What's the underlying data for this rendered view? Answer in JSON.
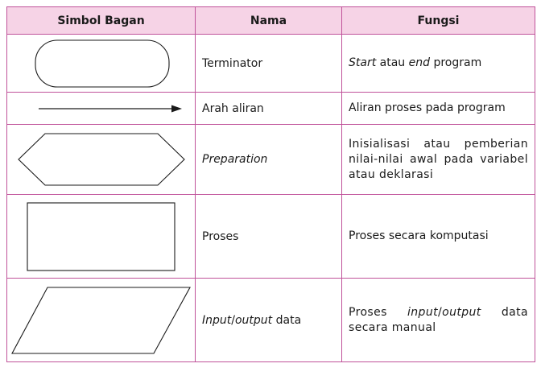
{
  "table": {
    "headers": {
      "symbol": "Simbol Bagan",
      "name": "Nama",
      "function": "Fungsi"
    },
    "rows": [
      {
        "symbol_icon": "terminator-icon",
        "name": "Terminator",
        "function_parts": {
          "a": "Start",
          "b": " atau ",
          "c": "end",
          "d": " program"
        }
      },
      {
        "symbol_icon": "arrow-right-icon",
        "name": "Arah aliran",
        "function": "Aliran proses pada program"
      },
      {
        "symbol_icon": "hexagon-icon",
        "name": "Preparation",
        "function": "Inisialisasi atau pemberian nilai-nilai awal pada variabel atau deklarasi"
      },
      {
        "symbol_icon": "rectangle-icon",
        "name": "Proses",
        "function": "Proses secara komputasi"
      },
      {
        "symbol_icon": "parallelogram-icon",
        "name_parts": {
          "a": "Input",
          "b": "/",
          "c": "output",
          "d": " data"
        },
        "function_parts": {
          "a": "Proses ",
          "b": "input",
          "c": "/",
          "d": "output",
          "e": " data secara manual"
        }
      }
    ]
  }
}
